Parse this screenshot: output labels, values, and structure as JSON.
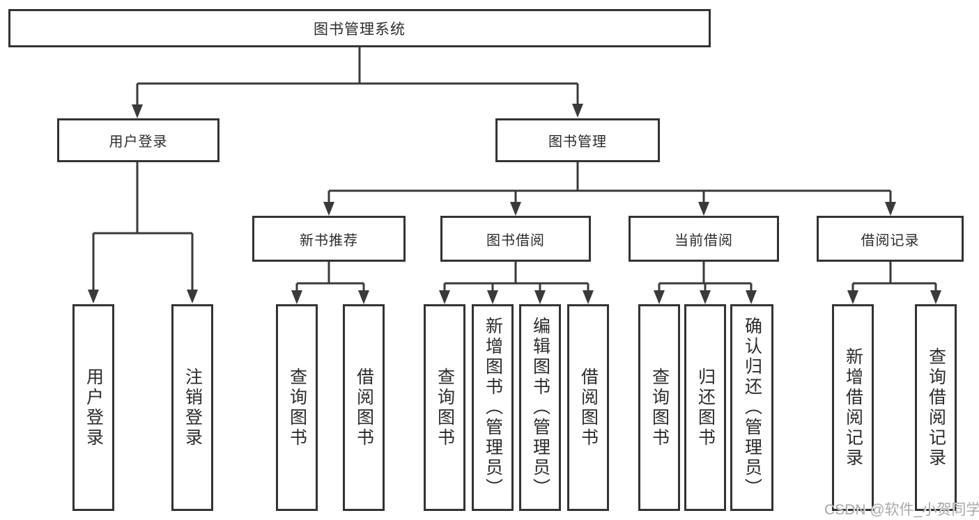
{
  "page": {
    "background_color": "#ffffff",
    "line_color": "#3a3a3a",
    "border_color": "#333333",
    "text_color": "#2b2b2b",
    "watermark_color": "#a8a8a8"
  },
  "tree": {
    "root": {
      "label": "图书管理系统"
    },
    "login": {
      "label": "用户登录",
      "children": [
        {
          "label": "用户登录"
        },
        {
          "label": "注销登录"
        }
      ]
    },
    "management": {
      "label": "图书管理",
      "sections": [
        {
          "label": "新书推荐",
          "children": [
            {
              "label": "查询图书"
            },
            {
              "label": "借阅图书"
            }
          ]
        },
        {
          "label": "图书借阅",
          "children": [
            {
              "label": "查询图书"
            },
            {
              "label": "新增图书（管理员）"
            },
            {
              "label": "编辑图书（管理员）"
            },
            {
              "label": "借阅图书"
            }
          ]
        },
        {
          "label": "当前借阅",
          "children": [
            {
              "label": "查询图书"
            },
            {
              "label": "归还图书"
            },
            {
              "label": "确认归还（管理员）"
            }
          ]
        },
        {
          "label": "借阅记录",
          "children": [
            {
              "label": "新增借阅记录"
            },
            {
              "label": "查询借阅记录"
            }
          ]
        }
      ]
    }
  },
  "watermark": "CSDN @软件_小贺同学"
}
